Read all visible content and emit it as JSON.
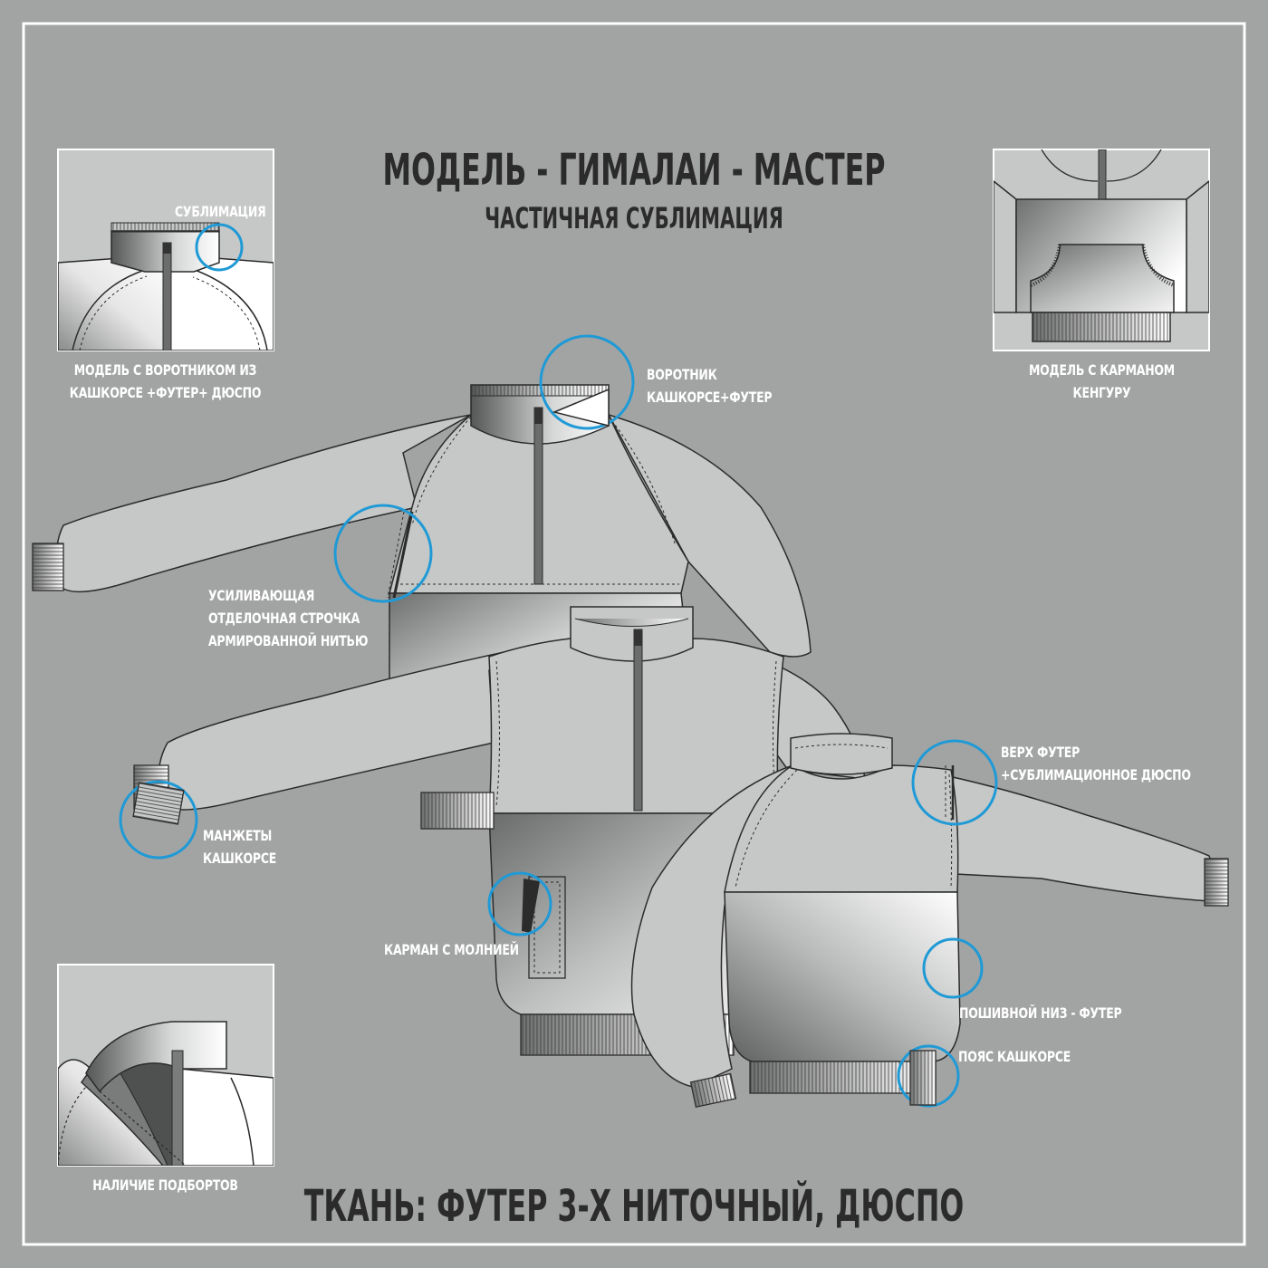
{
  "title": "МОДЕЛЬ - ГИМАЛАИ - МАСТЕР",
  "subtitle": "ЧАСТИЧНАЯ СУБЛИМАЦИЯ",
  "fabric": "ТКАНЬ: ФУТЕР 3-Х НИТОЧНЫЙ, ДЮСПО",
  "colors": {
    "background": "#a2a4a3",
    "frame": "#ffffff",
    "garment": "#c6c8c7",
    "outline": "#2b2b2b",
    "callout": "#1f9ad6",
    "text": "#ffffff"
  },
  "insets": {
    "collar": [
      "МОДЕЛЬ С ВОРОТНИКОМ ИЗ",
      "КАШКОРСЕ +ФУТЕР+ ДЮСПО"
    ],
    "collar_note": "СУБЛИМАЦИЯ",
    "kangaroo": [
      "МОДЕЛЬ С КАРМАНОМ",
      "КЕНГУРУ"
    ],
    "facings": "НАЛИЧИЕ ПОДБОРТОВ"
  },
  "labels": {
    "collar_main": [
      "ВОРОТНИК",
      "КАШКОРСЕ+ФУТЕР"
    ],
    "stitch": [
      "УСИЛИВАЮЩАЯ",
      "ОТДЕЛОЧНАЯ СТРОЧКА",
      "АРМИРОВАННОЙ НИТЬЮ"
    ],
    "cuffs": [
      "МАНЖЕТЫ",
      "КАШКОРСЕ"
    ],
    "zip_pocket": "КАРМАН С МОЛНИЕЙ",
    "top": [
      "ВЕРХ ФУТЕР",
      "+СУБЛИМАЦИОННОЕ ДЮСПО"
    ],
    "bottom": "ПОШИВНОЙ НИЗ - ФУТЕР",
    "waist": "ПОЯС КАШКОРСЕ"
  }
}
